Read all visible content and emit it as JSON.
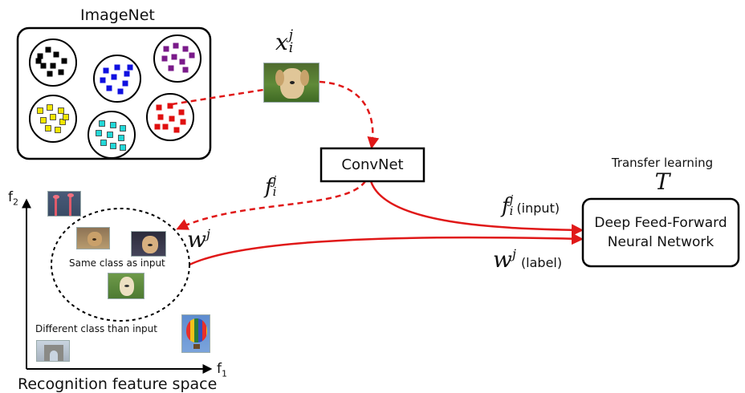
{
  "imagenet": {
    "title": "ImageNet",
    "clusters": [
      {
        "name": "black",
        "color": "#000000"
      },
      {
        "name": "blue",
        "color": "#1010e0"
      },
      {
        "name": "purple",
        "color": "#7a1a8a"
      },
      {
        "name": "yellow",
        "color": "#f2e600"
      },
      {
        "name": "cyan",
        "color": "#22d8d8"
      },
      {
        "name": "red",
        "color": "#e01010"
      }
    ]
  },
  "input_sample": {
    "symbol": "x",
    "sub": "i",
    "sup": "j"
  },
  "convnet": {
    "label": "ConvNet"
  },
  "feature": {
    "symbol": "f",
    "sub": "i",
    "sup": "j"
  },
  "weight": {
    "symbol": "w",
    "sup": "j"
  },
  "transfer": {
    "title": "Transfer learning",
    "symbol": "T"
  },
  "network": {
    "line1": "Deep Feed-Forward",
    "line2": "Neural Network"
  },
  "edges": {
    "input": {
      "symbol": "f",
      "sub": "i",
      "sup": "j",
      "text": "(input)"
    },
    "label": {
      "symbol": "w",
      "sup": "j",
      "text": "(label)"
    }
  },
  "feature_space": {
    "axis_y": "f",
    "axis_y_sub": "2",
    "axis_x": "f",
    "axis_x_sub": "1",
    "title": "Recognition feature space",
    "same_class": "Same class as input",
    "different_class": "Different class than input"
  },
  "colors": {
    "arrow": "#e01818"
  }
}
